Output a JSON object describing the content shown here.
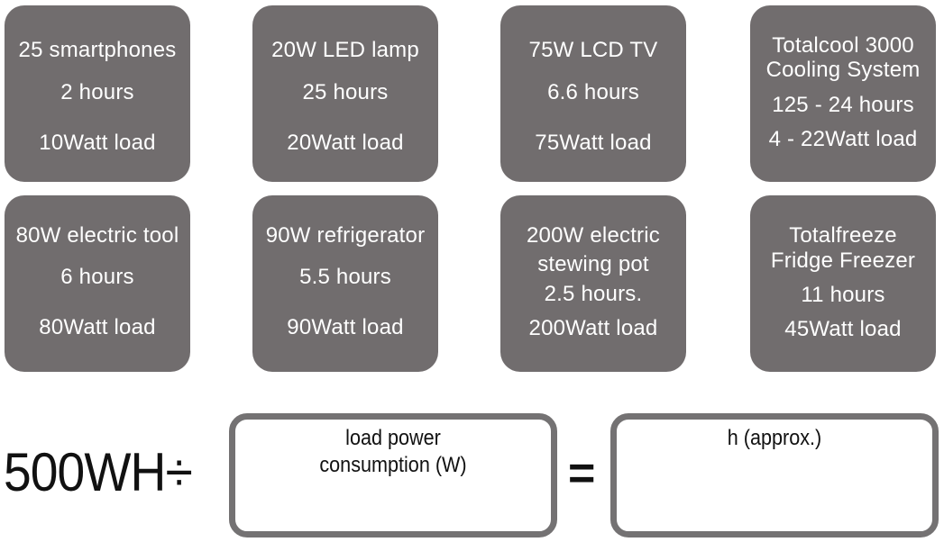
{
  "colors": {
    "card_background": "#716d6e",
    "card_text": "#ffffff",
    "box_border": "#747273",
    "formula_text": "#111111"
  },
  "cards": [
    {
      "lines": [
        "25 smartphones",
        "2 hours",
        "10Watt load"
      ]
    },
    {
      "lines": [
        "20W LED lamp",
        "25 hours",
        "20Watt load"
      ]
    },
    {
      "lines": [
        "75W LCD TV",
        "6.6 hours",
        "75Watt load"
      ]
    },
    {
      "lines": [
        "Totalcool 3000",
        "Cooling System",
        "125 - 24 hours",
        "4 - 22Watt load"
      ]
    },
    {
      "lines": [
        "80W electric tool",
        "6 hours",
        "80Watt load"
      ]
    },
    {
      "lines": [
        "90W refrigerator",
        "5.5 hours",
        "90Watt load"
      ]
    },
    {
      "lines": [
        "200W electric",
        "stewing pot",
        "2.5 hours.",
        "200Watt load"
      ]
    },
    {
      "lines": [
        "Totalfreeze",
        "Fridge Freezer",
        "11 hours",
        "45Watt load"
      ]
    }
  ],
  "formula": {
    "lhs": "500WH÷",
    "box1_label_line1": "load power",
    "box1_label_line2": "consumption (W)",
    "equals": "=",
    "box2_label": "h (approx.)"
  }
}
